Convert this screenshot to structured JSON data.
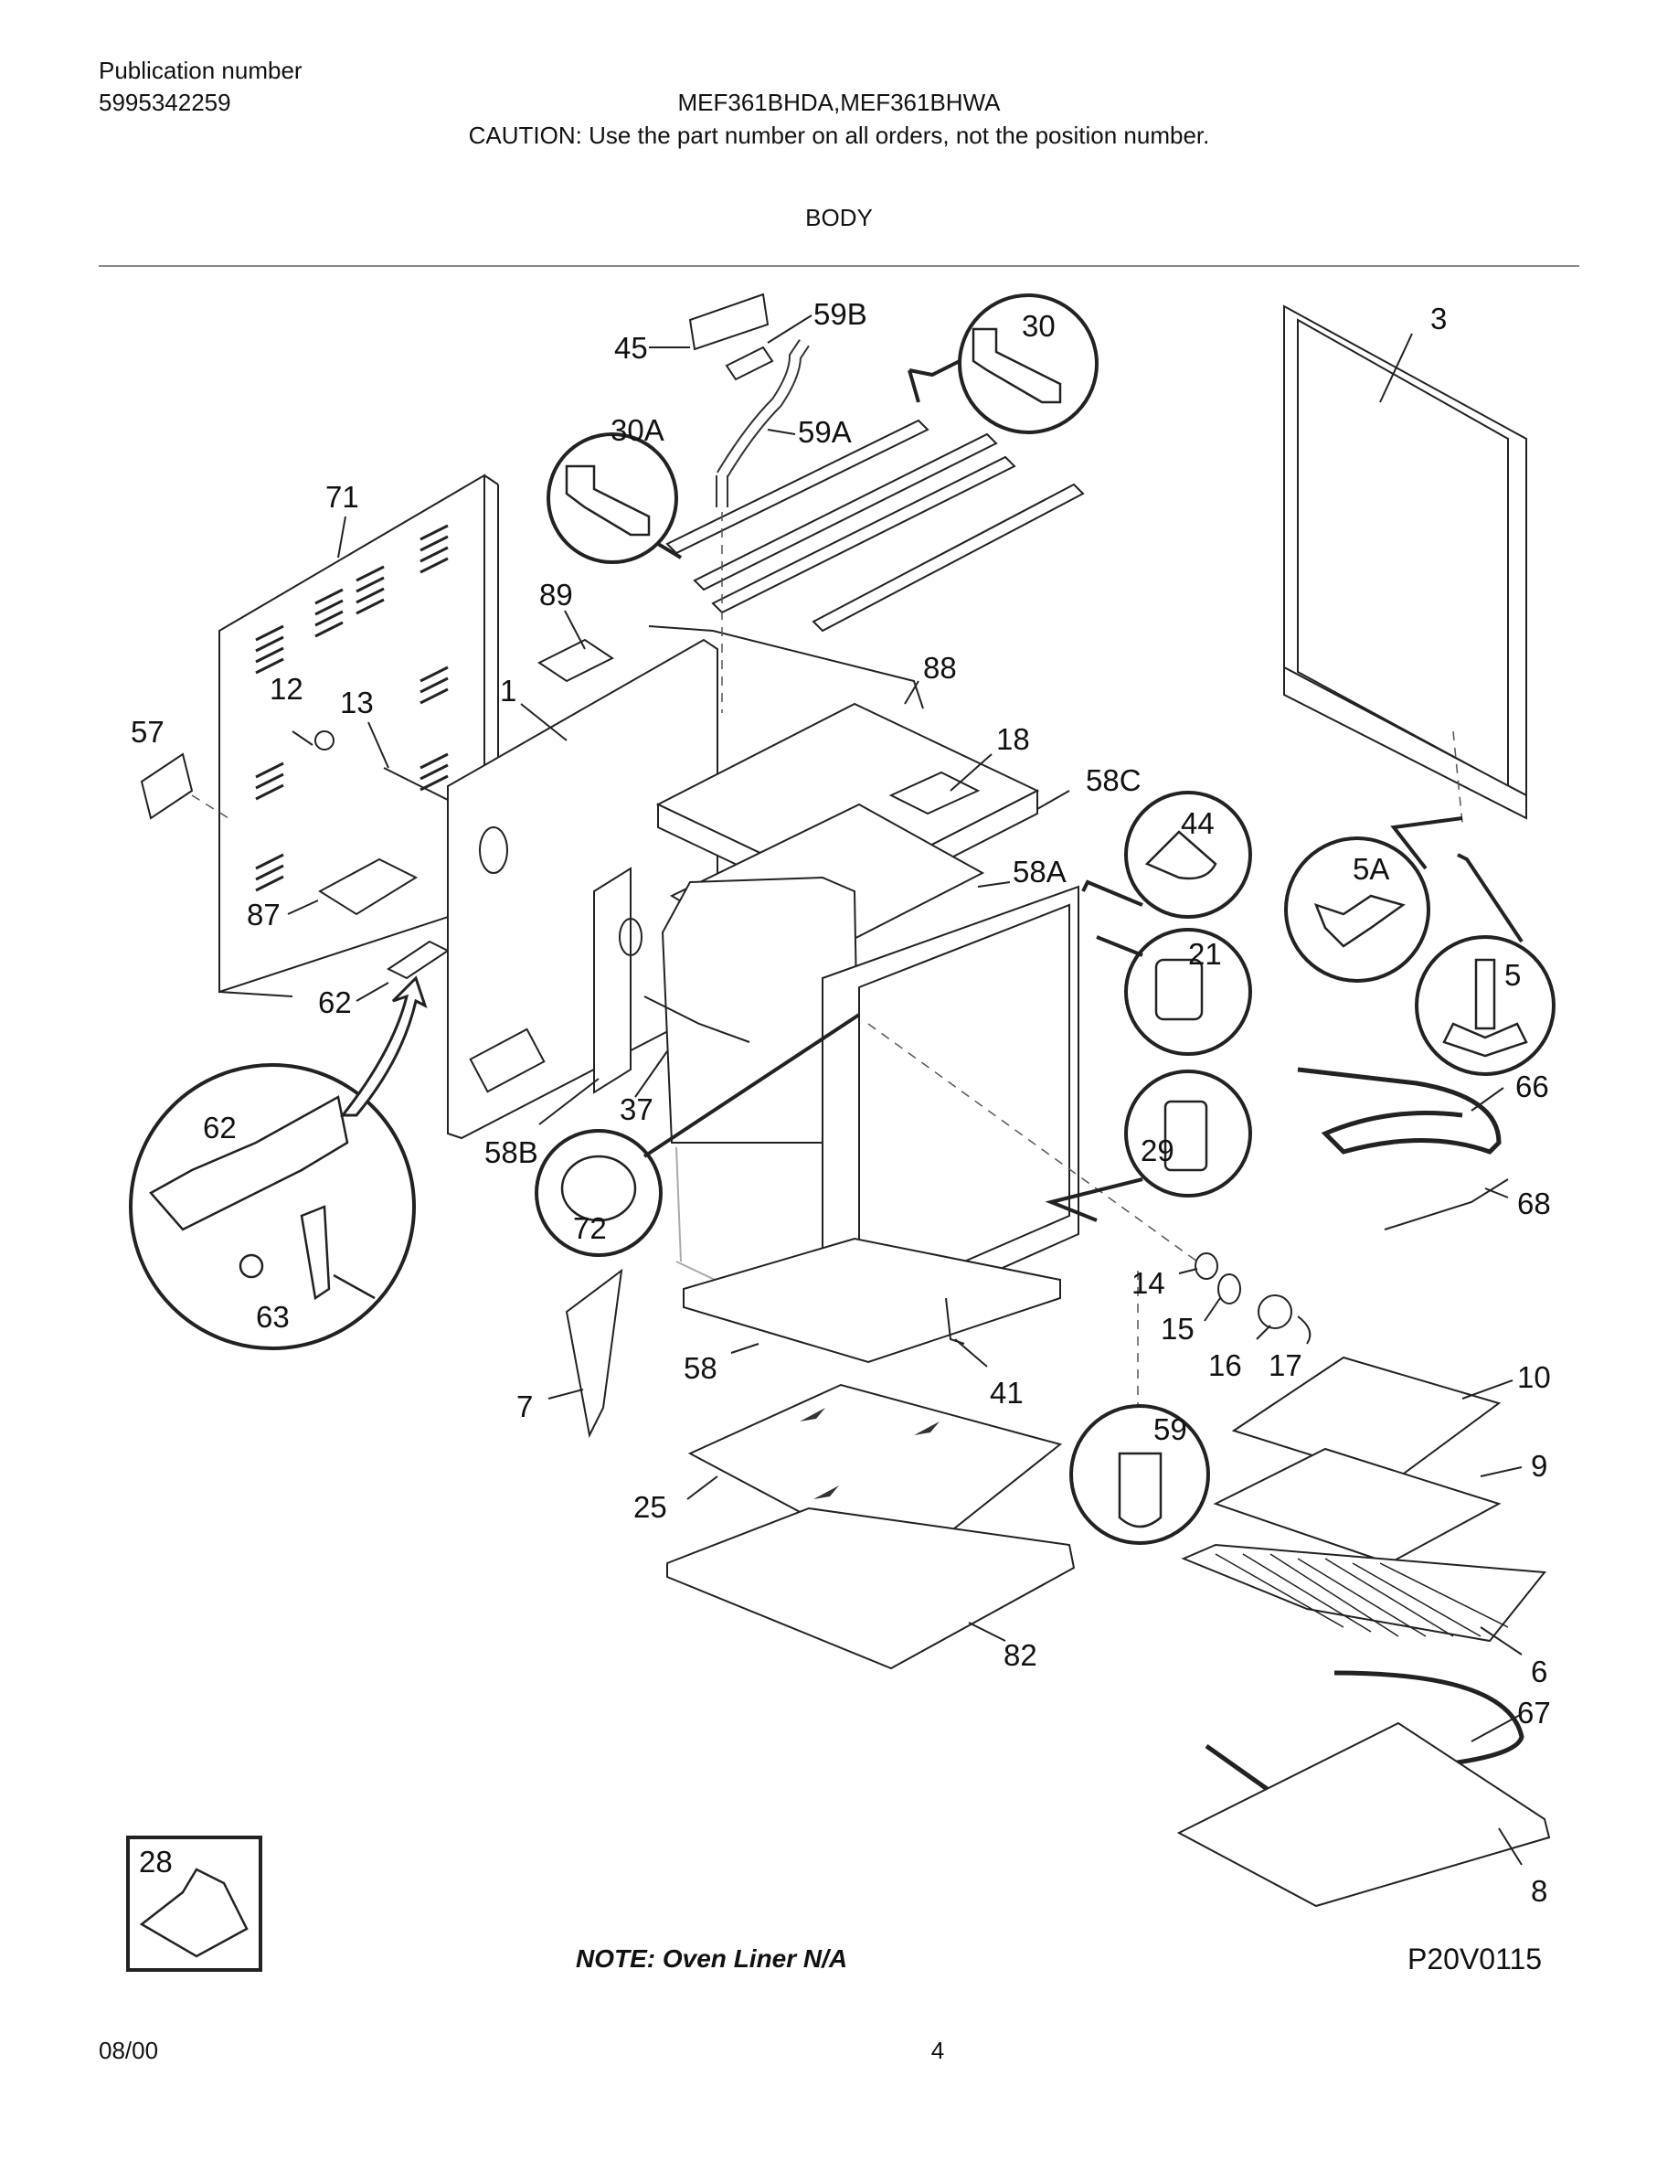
{
  "header": {
    "publication_label": "Publication number",
    "publication_number": "5995342259",
    "models": "MEF361BHDA,MEF361BHWA",
    "caution": "CAUTION:  Use the part number on all orders, not the position number.",
    "section_title": "BODY"
  },
  "callouts": {
    "c1": "1",
    "c3": "3",
    "c5": "5",
    "c5A": "5A",
    "c6": "6",
    "c7": "7",
    "c8": "8",
    "c9": "9",
    "c10": "10",
    "c12": "12",
    "c13": "13",
    "c14": "14",
    "c15": "15",
    "c16": "16",
    "c17": "17",
    "c18": "18",
    "c21": "21",
    "c25": "25",
    "c28": "28",
    "c29": "29",
    "c30": "30",
    "c30A": "30A",
    "c37": "37",
    "c41": "41",
    "c44": "44",
    "c45": "45",
    "c57": "57",
    "c58": "58",
    "c58A": "58A",
    "c58B": "58B",
    "c58C": "58C",
    "c59": "59",
    "c59A": "59A",
    "c59B": "59B",
    "c62": "62",
    "c62b": "62",
    "c63": "63",
    "c66": "66",
    "c67": "67",
    "c68": "68",
    "c71": "71",
    "c72": "72",
    "c82": "82",
    "c87": "87",
    "c88": "88",
    "c89": "89"
  },
  "footer": {
    "note": "NOTE:  Oven Liner N/A",
    "diagram_code": "P20V0115",
    "date": "08/00",
    "page_number": "4"
  }
}
